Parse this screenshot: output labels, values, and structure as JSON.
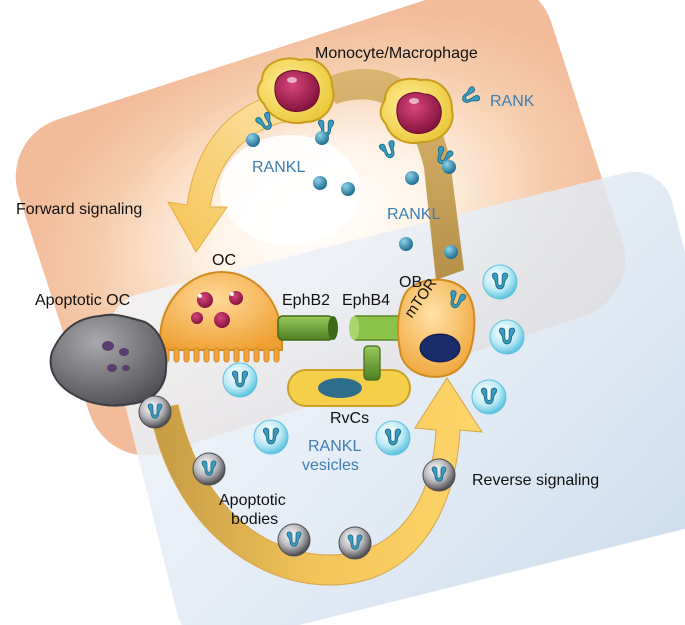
{
  "labels": {
    "monocyte_macrophage": "Monocyte/Macrophage",
    "rank": "RANK",
    "rankl_left": "RANKL",
    "rankl_right": "RANKL",
    "forward_signaling": "Forward signaling",
    "oc": "OC",
    "ob": "OB",
    "apoptotic_oc": "Apoptotic OC",
    "ephb2": "EphB2",
    "ephb4": "EphB4",
    "mtor": "mTOR",
    "rvcs": "RvCs",
    "rankl_vesicles_line1": "RANKL",
    "rankl_vesicles_line2": "vesicles",
    "reverse_signaling": "Reverse signaling",
    "apoptotic_bodies_line1": "Apoptotic",
    "apoptotic_bodies_line2": "bodies"
  },
  "colors": {
    "label_blue": "#3d7eb3",
    "arrow_yellow": "#f7c24a",
    "arrow_tan": "#c7a35a",
    "cell_orange": "#f6b14c",
    "cell_yellow": "#f4d64a",
    "nucleus_magenta": "#a3174a",
    "rank_teal": "#2e8aa8",
    "receptor_green": "#5f9a2e",
    "apoptotic_gray": "#6f6f73"
  }
}
